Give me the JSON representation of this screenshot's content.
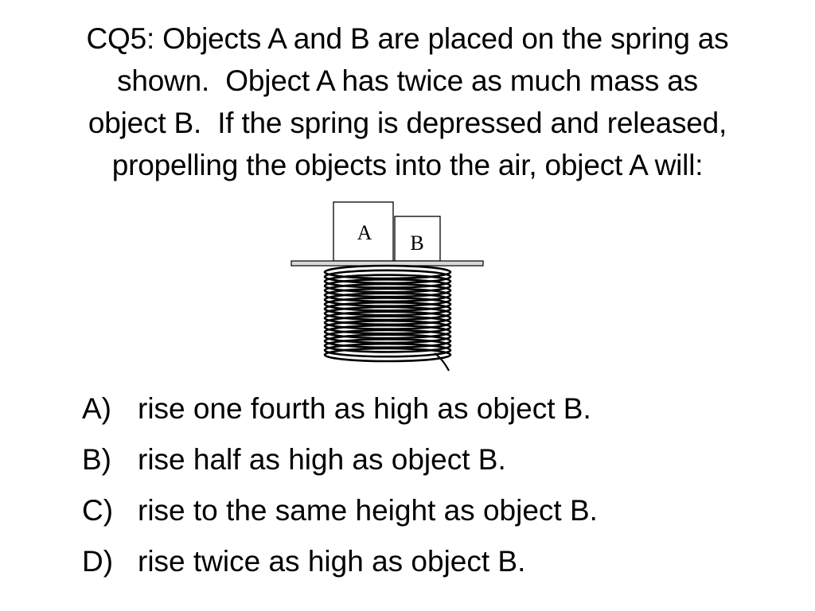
{
  "question": {
    "lines": [
      "CQ5: Objects A and B are placed on the spring as",
      "shown.  Object A has twice as much mass as",
      "object B.  If the spring is depressed and released,",
      "propelling the objects into the air, object A will:"
    ]
  },
  "figure": {
    "block_a_label": "A",
    "block_b_label": "B",
    "coil_color": "#000000"
  },
  "options": [
    {
      "letter": "A)",
      "text": "rise one fourth as high as object B."
    },
    {
      "letter": "B)",
      "text": "rise half as high as object B."
    },
    {
      "letter": "C)",
      "text": "rise to the same height as object B."
    },
    {
      "letter": "D)",
      "text": "rise twice as high as object B."
    }
  ]
}
